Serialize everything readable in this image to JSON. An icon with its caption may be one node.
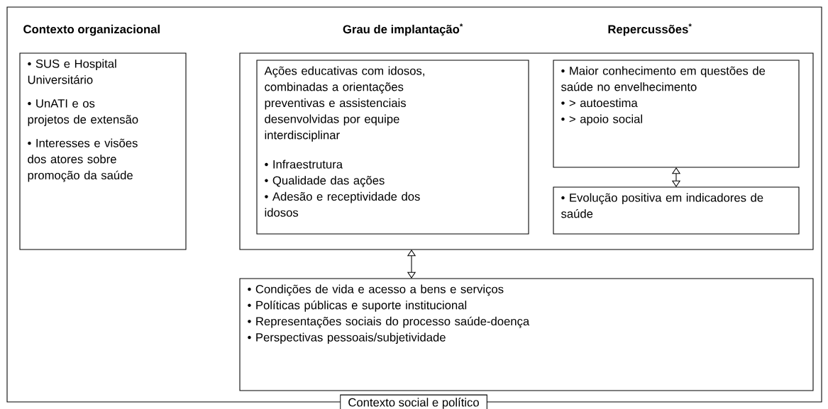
{
  "diagram": {
    "nodes": [
      {
        "text": [
          "Contexto social e político"
        ]
      },
      {
        "text": [
          "Contexto organizacional",
          "• SUS e Hospital Universitário",
          "• UnATI e os projetos de extensão",
          "• Interesses e visões dos atores sobre promoção da saúde"
        ],
        "in": 0
      },
      {
        "text": [
          "Grau de implantação$^{*}$",
          "Repercussões$^{*}$"
        ],
        "in": 0
      },
      {
        "text": [
          "Ações educativas com idosos, combinadas a orientações preventivas e assistenciais desenvolvidas por equipe interdisciplinar",
          "• Infraestrutura",
          "• Qualidade das ações",
          "• Adesão e receptividade dos idosos"
        ],
        "in": 2
      },
      {
        "text": [
          "• Maior conhecimento em questões de saúde no envelhecimento",
          "• > autoestima",
          "• > apoio social"
        ],
        "in": 2
      },
      {
        "text": [
          "• Evolução positiva em indicadores de saúde"
        ],
        "in": 2
      },
      {
        "text": [
          "• Condições de vida e acesso a bens e serviços",
          "• Políticas públicas e suporte institucional",
          "• Representações sociais do processo saúde-doença",
          "• Perspectivas pessoais/subjetividade"
        ],
        "in": 0
      }
    ],
    "edges": [
      {
        "from": 4,
        "to": 5,
        "arrow": "both"
      },
      {
        "from": 2,
        "to": 6,
        "arrow": "both"
      }
    ]
  }
}
